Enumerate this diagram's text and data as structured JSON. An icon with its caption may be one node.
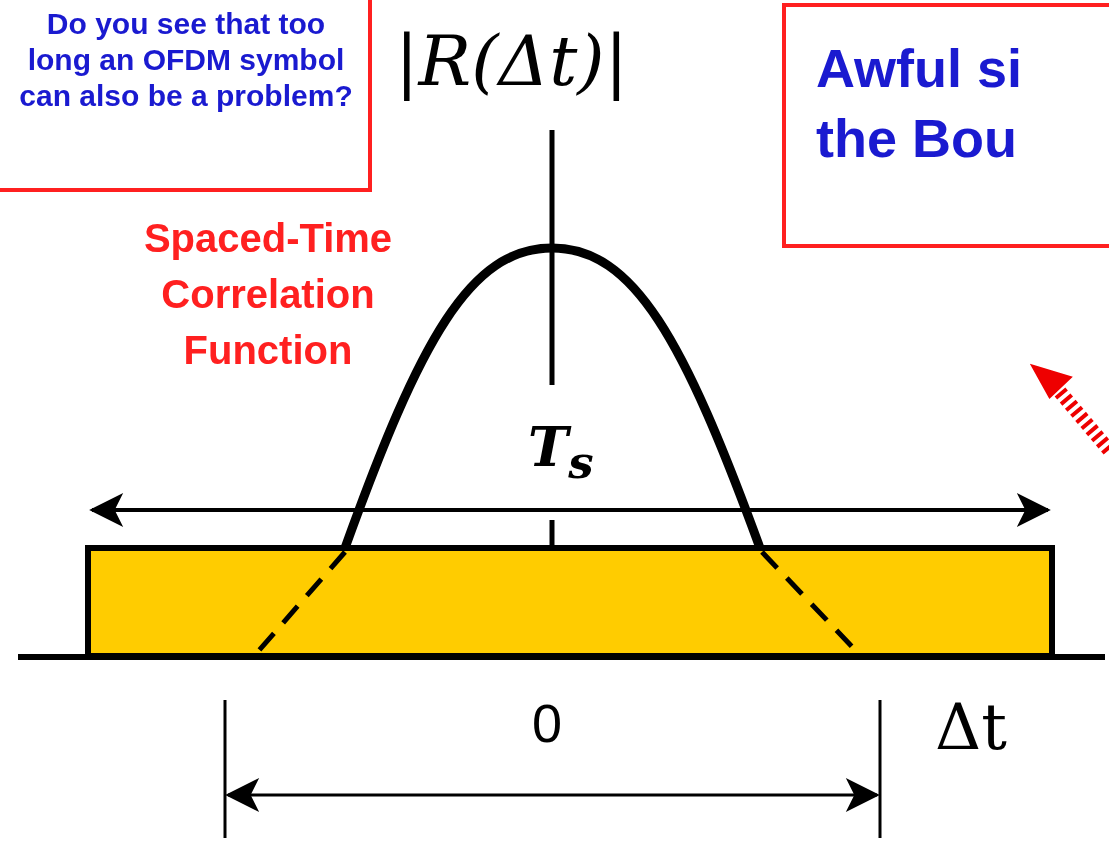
{
  "diagram": {
    "nodes": [
      {
        "text": [
          "Do you see that too long an OFDM symbol can also be a problem?"
        ]
      },
      {
        "text": [
          "Awful si the Bou"
        ]
      }
    ],
    "edges": [],
    "labels": [
      "|R(Δt)|",
      "Spaced-Time Correlation Function",
      "T$_{s}$",
      "0",
      "Δt"
    ]
  }
}
